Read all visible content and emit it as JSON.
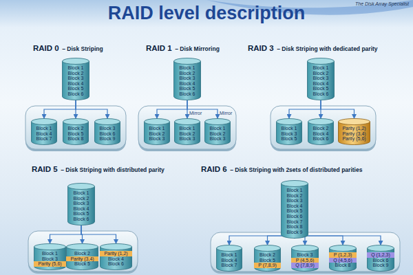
{
  "diagram": {
    "title": "RAID level description",
    "nodes": [
      {
        "text": [
          "Block 1",
          "Block 2",
          "Block 3",
          "Block 4",
          "Block 5",
          "Block 6"
        ]
      },
      {
        "text": [
          "Block 1",
          "Block 4",
          "Block 7"
        ]
      },
      {
        "text": [
          "Block 2",
          "Block 5",
          "Block 8"
        ]
      },
      {
        "text": [
          "Block 3",
          "Block 6",
          "Block 9"
        ]
      },
      {
        "text": [
          "Block 1",
          "Block 2",
          "Block 3",
          "Block 4",
          "Block 5",
          "Block 6"
        ]
      },
      {
        "text": [
          "Block 1",
          "Block 2",
          "Block 3"
        ]
      },
      {
        "text": [
          "Block 1",
          "Block 2",
          "Block 3"
        ]
      },
      {
        "text": [
          "Block 1",
          "Block 2",
          "Block 3"
        ]
      },
      {
        "text": [
          "Block 1",
          "Block 2",
          "Block 3",
          "Block 4",
          "Block 5",
          "Block 6"
        ]
      },
      {
        "text": [
          "Block 1",
          "Block 3",
          "Block 5"
        ]
      },
      {
        "text": [
          "Block 2",
          "Block 4",
          "Block 6"
        ]
      },
      {
        "text": [
          "Parity (1,2)",
          "Parity (3,4)",
          "Parity (5,6)"
        ]
      },
      {
        "text": [
          "Block 1",
          "Block 2",
          "Block 3",
          "Block 4",
          "Block 5",
          "Block 6"
        ]
      },
      {
        "text": [
          "Block 1",
          "Block 3",
          "Parity (5,6)"
        ]
      },
      {
        "text": [
          "Block 2",
          "Parity (3,4)",
          "Block 5"
        ]
      },
      {
        "text": [
          "Parity (1,2)",
          "Block 4",
          "Block 6"
        ]
      },
      {
        "text": [
          "Block 1",
          "Block 2",
          "Block 3",
          "Block 4",
          "Block 5",
          "Block 6",
          "Block 7",
          "Block 8",
          "Block 9"
        ]
      },
      {
        "text": [
          "Block 1",
          "Block 4",
          "Block 7"
        ]
      },
      {
        "text": [
          "Block 2",
          "Block 5",
          "P (7,8,9)"
        ]
      },
      {
        "text": [
          "Block 3",
          "P (4,5,6)",
          "Q (7,8,9)"
        ]
      },
      {
        "text": [
          "P (1,2,3)",
          "Q (4,5,6)",
          "Block 8"
        ]
      },
      {
        "text": [
          "Q (1,2,3)",
          "Block 6",
          "Block 9"
        ]
      }
    ],
    "edges": [
      {
        "from": 0,
        "to": 1,
        "arrow": "to"
      },
      {
        "from": 0,
        "to": 2,
        "arrow": "to"
      },
      {
        "from": 0,
        "to": 3,
        "arrow": "to"
      },
      {
        "from": 4,
        "to": 5,
        "arrow": "to"
      },
      {
        "from": 4,
        "to": 6,
        "arrow": "to"
      },
      {
        "from": 4,
        "to": 7,
        "arrow": "to"
      },
      {
        "from": 8,
        "to": 9,
        "arrow": "to"
      },
      {
        "from": 8,
        "to": 10,
        "arrow": "to"
      },
      {
        "from": 8,
        "to": 11,
        "arrow": "to"
      },
      {
        "from": 12,
        "to": 13,
        "arrow": "to"
      },
      {
        "from": 12,
        "to": 14,
        "arrow": "to"
      },
      {
        "from": 12,
        "to": 15,
        "arrow": "to"
      },
      {
        "from": 16,
        "to": 17,
        "arrow": "to"
      },
      {
        "from": 16,
        "to": 18,
        "arrow": "to"
      },
      {
        "from": 16,
        "to": 19,
        "arrow": "to"
      },
      {
        "from": 16,
        "to": 20,
        "arrow": "to"
      },
      {
        "from": 16,
        "to": 21,
        "arrow": "to"
      }
    ],
    "labels": [
      "The Disk Array Specialist",
      "RAID 0",
      "– Disk Striping",
      "RAID 1",
      "– Disk Mirroring",
      "RAID 3",
      "– Disk Striping with dedicated parity",
      "RAID 5",
      "– Disk Striping with distributed parity",
      "RAID 6",
      "– Disk Striping with 2sets of distributed parities",
      "Mirror",
      "Mirror"
    ]
  }
}
